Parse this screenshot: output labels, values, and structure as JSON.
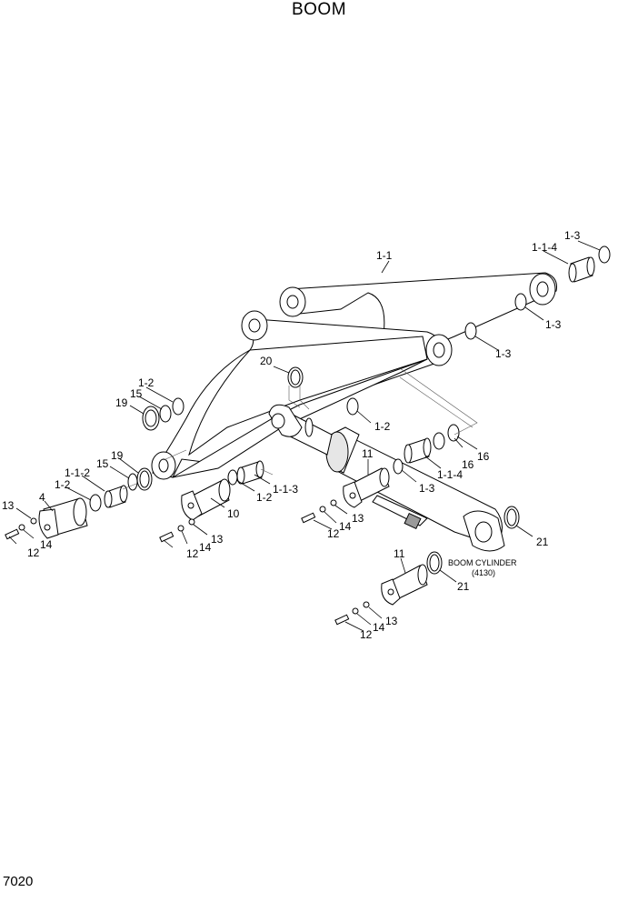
{
  "title": "BOOM",
  "page_number": "7020",
  "labels": {
    "l_1_1": "1-1",
    "l_1_3_top": "1-3",
    "l_1_1_4_top": "1-1-4",
    "l_1_3_mid": "1-3",
    "l_1_3_right": "1-3",
    "l_20": "20",
    "l_1_2_left": "1-2",
    "l_15_left": "15",
    "l_19_left": "19",
    "l_1_2_mid": "1-2",
    "l_19_mid": "19",
    "l_15_mid": "15",
    "l_1_1_2": "1-1-2",
    "l_1_2_low": "1-2",
    "l_4": "4",
    "l_13_a": "13",
    "l_14_a": "14",
    "l_12_a": "12",
    "l_10": "10",
    "l_1_2_b": "1-2",
    "l_1_1_3": "1-1-3",
    "l_13_b": "13",
    "l_14_b": "14",
    "l_12_b": "12",
    "l_11_top": "11",
    "l_16_a": "16",
    "l_16_b": "16",
    "l_1_1_4_mid": "1-1-4",
    "l_1_3_cyl": "1-3",
    "l_13_c": "13",
    "l_14_c": "14",
    "l_12_c": "12",
    "l_21_right": "21",
    "l_11_low": "11",
    "l_21_low": "21",
    "l_13_d": "13",
    "l_14_d": "14",
    "l_12_d": "12"
  },
  "cylinder_note": {
    "name": "BOOM CYLINDER",
    "ref": "(4130)"
  }
}
